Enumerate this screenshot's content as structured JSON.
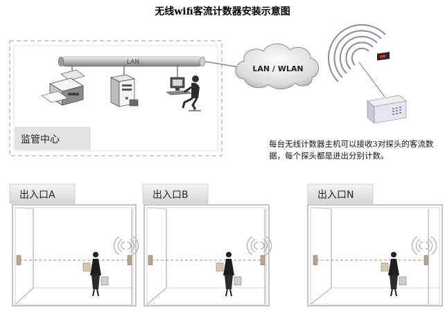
{
  "title": "无线wifi客流计数器安装示意图",
  "monitor_center": {
    "label": "监管中心",
    "lan_label": "LAN"
  },
  "cloud": {
    "label": "LAN / WLAN"
  },
  "note": "每台无线计数器主机可以接收3对探头的客流数据，每个探头都是进出分别计数。",
  "entrances": [
    {
      "label": "出入口A"
    },
    {
      "label": "出入口B"
    },
    {
      "label": "出入口N"
    }
  ]
}
